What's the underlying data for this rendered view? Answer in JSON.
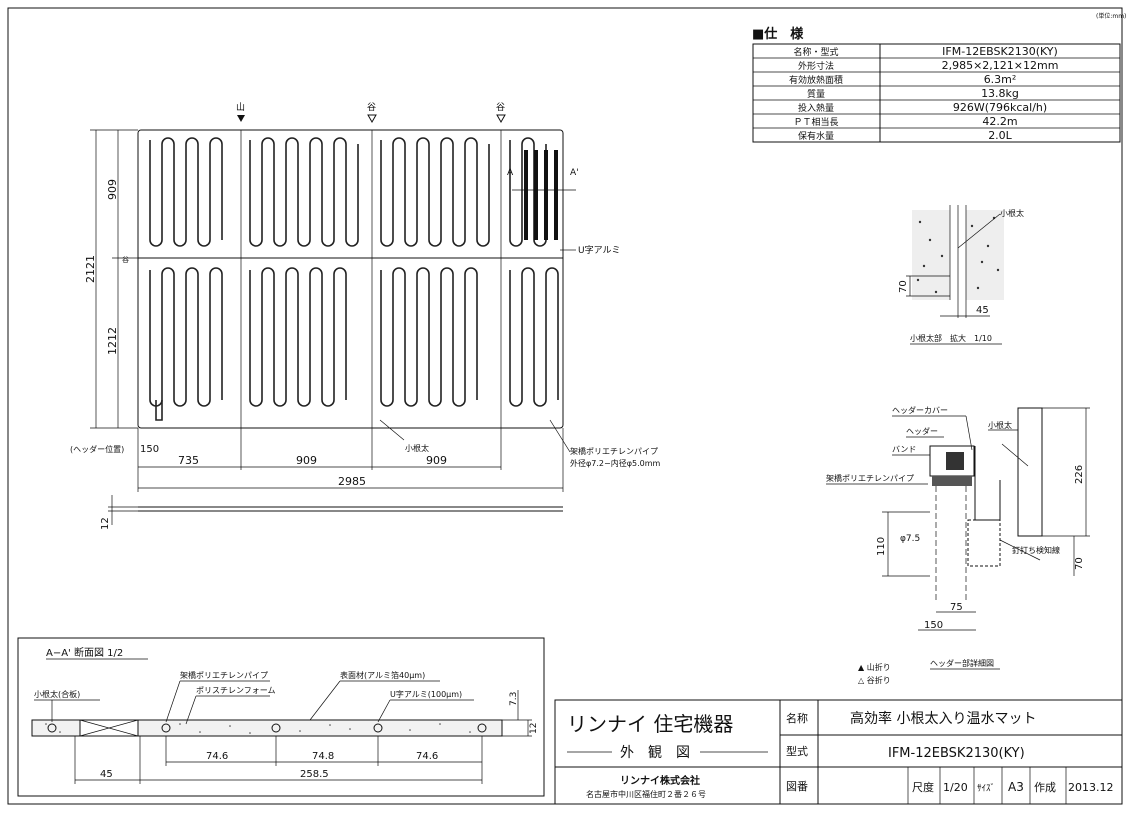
{
  "unit_note": "(単位:mm)",
  "spec": {
    "title": "■仕　様",
    "rows": [
      {
        "label": "名称・型式",
        "value": "IFM-12EBSK2130(KY)"
      },
      {
        "label": "外形寸法",
        "value": "2,985×2,121×12mm"
      },
      {
        "label": "有効放熱面積",
        "value": "6.3m²"
      },
      {
        "label": "質量",
        "value": "13.8kg"
      },
      {
        "label": "投入熱量",
        "value": "926W(796kcal/h)"
      },
      {
        "label": "ＰＴ相当長",
        "value": "42.2m"
      },
      {
        "label": "保有水量",
        "value": "2.0L"
      }
    ]
  },
  "plan": {
    "fold_marks": [
      "山",
      "谷",
      "谷"
    ],
    "side_fold": "谷",
    "section_a": "A",
    "section_a2": "A'",
    "u_alumi": "U字アルミ",
    "header_pos": "(ヘッダー位置)",
    "konetai": "小根太",
    "pipe_label": "架橋ポリエチレンパイプ",
    "pipe_dims": "外径φ7.2−内径φ5.0mm",
    "dims": {
      "h_total": "2121",
      "h_top": "909",
      "h_bottom": "1212",
      "w_150": "150",
      "w_735": "735",
      "w_909a": "909",
      "w_909b": "909",
      "w_total": "2985",
      "thickness": "12"
    }
  },
  "konetai_detail": {
    "label": "小根太",
    "dim_70": "70",
    "dim_45": "45",
    "caption": "小根太部　拡大　1/10"
  },
  "header_detail": {
    "header_cover": "ヘッダーカバー",
    "header": "ヘッダー",
    "band": "バンド",
    "konetai": "小根太",
    "pipe": "架橋ポリエチレンパイプ",
    "phi": "φ7.5",
    "nail": "釘打ち検知線",
    "dim_226": "226",
    "dim_110": "110",
    "dim_70": "70",
    "dim_75": "75",
    "dim_150": "150",
    "caption": "ヘッダー部詳細図"
  },
  "legend": {
    "mountain": "▲ 山折り",
    "valley": "△ 谷折り"
  },
  "section": {
    "title": "A−A' 断面図 1/2",
    "konetai_gouban": "小根太(合板)",
    "pipe": "架橋ポリエチレンパイプ",
    "foam": "ポリスチレンフォーム",
    "surface": "表面材(アルミ箔40μm)",
    "u_alumi": "U字アルミ(100μm)",
    "dims": {
      "d74_6a": "74.6",
      "d74_8": "74.8",
      "d74_6b": "74.6",
      "d45": "45",
      "d258_5": "258.5",
      "d7_3": "7.3",
      "d12": "12"
    }
  },
  "title_block": {
    "brand": "リンナイ 住宅機器",
    "subtitle": "外　観　図",
    "company": "リンナイ株式会社",
    "address": "名古屋市中川区福住町２番２６号",
    "name_label": "名称",
    "name_value": "高効率 小根太入り温水マット",
    "model_label": "型式",
    "model_value": "IFM-12EBSK2130(KY)",
    "drawing_label": "図番",
    "scale_label": "尺度",
    "scale_value": "1/20",
    "size_label": "ｻｲｽﾞ",
    "size_value": "A3",
    "made_label": "作成",
    "made_value": "2013.12"
  }
}
